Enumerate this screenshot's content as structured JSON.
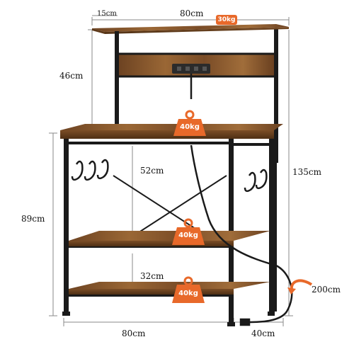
{
  "dimensions": {
    "top_width": "80cm",
    "top_depth": "15cm",
    "hutch_height": "46cm",
    "upper_clearance": "52cm",
    "lower_clearance": "32cm",
    "base_height": "89cm",
    "total_height": "135cm",
    "base_width": "80cm",
    "base_depth": "40cm",
    "cord_length": "200cm"
  },
  "loads": {
    "top_shelf": "30kg",
    "worktop": "40kg",
    "middle_shelf": "40kg",
    "bottom_shelf": "40kg"
  },
  "colors": {
    "wood": "#8a5a2e",
    "wood_dark": "#5e3a1a",
    "frame": "#1a1a1a",
    "badge": "#e8692a",
    "dim_line": "#8a8a8a"
  },
  "icons": [
    "weight-icon",
    "power-strip-icon",
    "s-hook-icon",
    "curved-arrow-icon"
  ]
}
